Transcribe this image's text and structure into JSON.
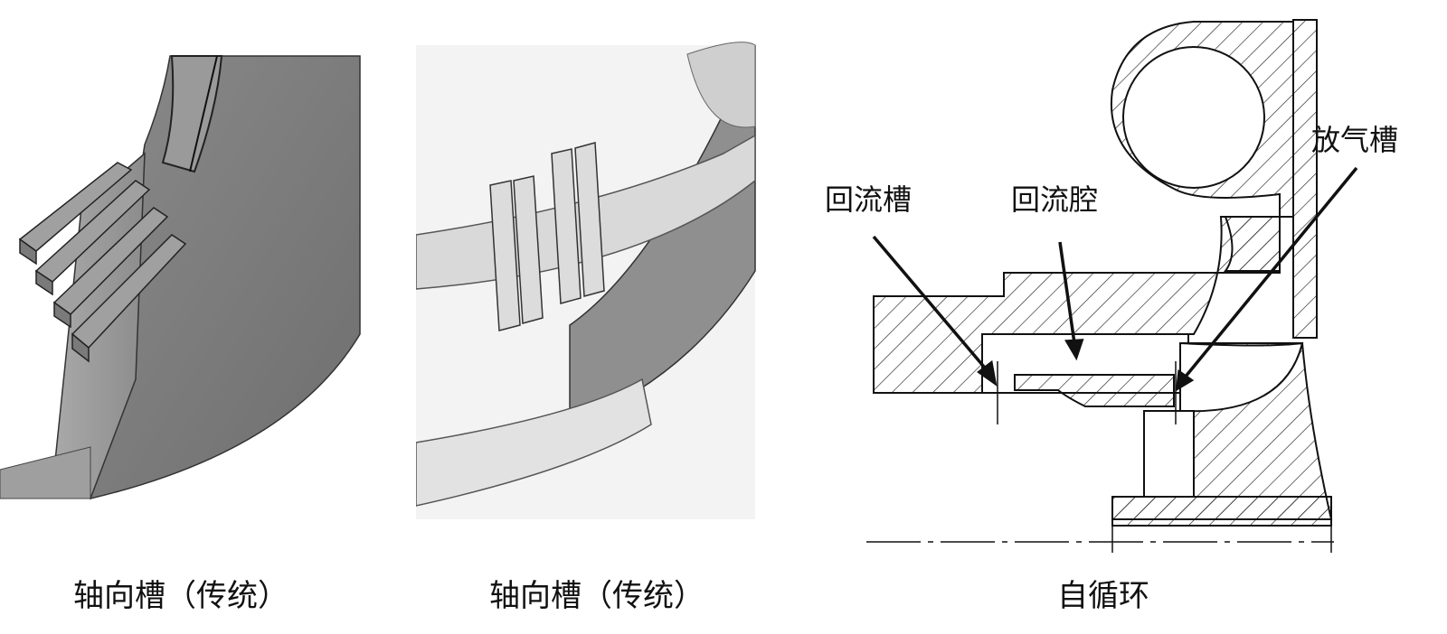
{
  "captions": {
    "left": "轴向槽（传统）",
    "middle": "轴向槽（传统）",
    "right": "自循环"
  },
  "labels": {
    "recirculation_slot": "回流槽",
    "recirculation_cavity": "回流腔",
    "bleed_slot": "放气槽"
  }
}
